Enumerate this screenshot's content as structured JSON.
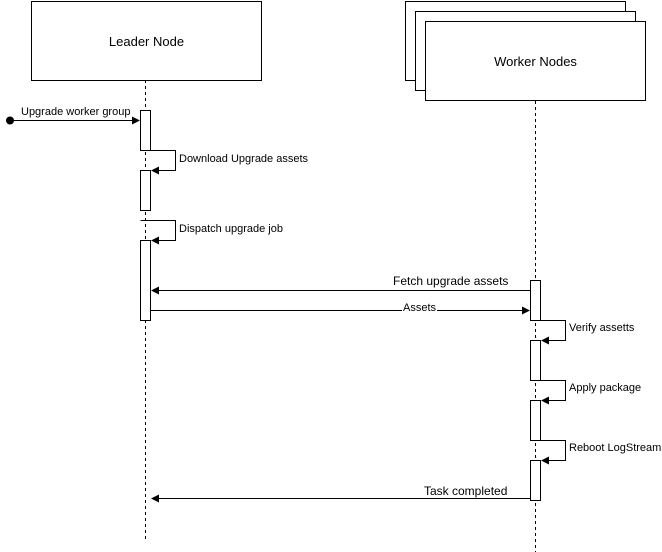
{
  "participants": {
    "leader": "Leader Node",
    "workers": "Worker Nodes"
  },
  "messages": {
    "upgrade_worker_group": "Upgrade worker group",
    "download_upgrade_assets": "Download Upgrade assets",
    "dispatch_upgrade_job": "Dispatch upgrade job",
    "fetch_upgrade_assets": "Fetch upgrade assets",
    "assets": "Assets",
    "verify_assets": "Verify assetts",
    "apply_package": "Apply package",
    "reboot_logstream": "Reboot LogStream",
    "task_completed": "Task completed"
  }
}
